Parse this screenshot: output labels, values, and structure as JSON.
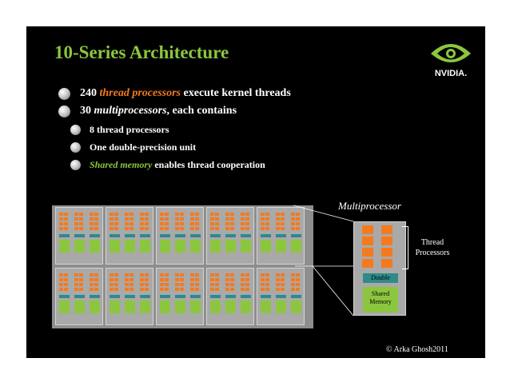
{
  "title": "10-Series Architecture",
  "logo_text": "NVIDIA.",
  "bullets": [
    {
      "level": 1,
      "parts": [
        {
          "text": "240 ",
          "style": "normal"
        },
        {
          "text": "thread processors",
          "style": "orange"
        },
        {
          "text": " execute kernel threads",
          "style": "normal"
        }
      ]
    },
    {
      "level": 1,
      "parts": [
        {
          "text": "30 ",
          "style": "normal"
        },
        {
          "text": "multiprocessors",
          "style": "italic"
        },
        {
          "text": ", each contains",
          "style": "normal"
        }
      ]
    },
    {
      "level": 2,
      "parts": [
        {
          "text": "8 thread processors",
          "style": "normal"
        }
      ]
    },
    {
      "level": 2,
      "parts": [
        {
          "text": "One double-precision unit",
          "style": "normal"
        }
      ]
    },
    {
      "level": 2,
      "parts": [
        {
          "text": "Shared memory",
          "style": "green"
        },
        {
          "text": " enables thread cooperation",
          "style": "normal"
        }
      ]
    }
  ],
  "diagram": {
    "multiprocessor_label": "Multiprocessor",
    "thread_processors_label": "Thread Processors",
    "double_label": "Double",
    "shared_memory_label": "Shared Memory"
  },
  "footer": {
    "copyright": "© Arka Ghosh2011"
  },
  "colors": {
    "accent_green": "#8cc63f",
    "accent_orange": "#f47a1f",
    "double_teal": "#2f8a8a",
    "background": "#000000"
  }
}
